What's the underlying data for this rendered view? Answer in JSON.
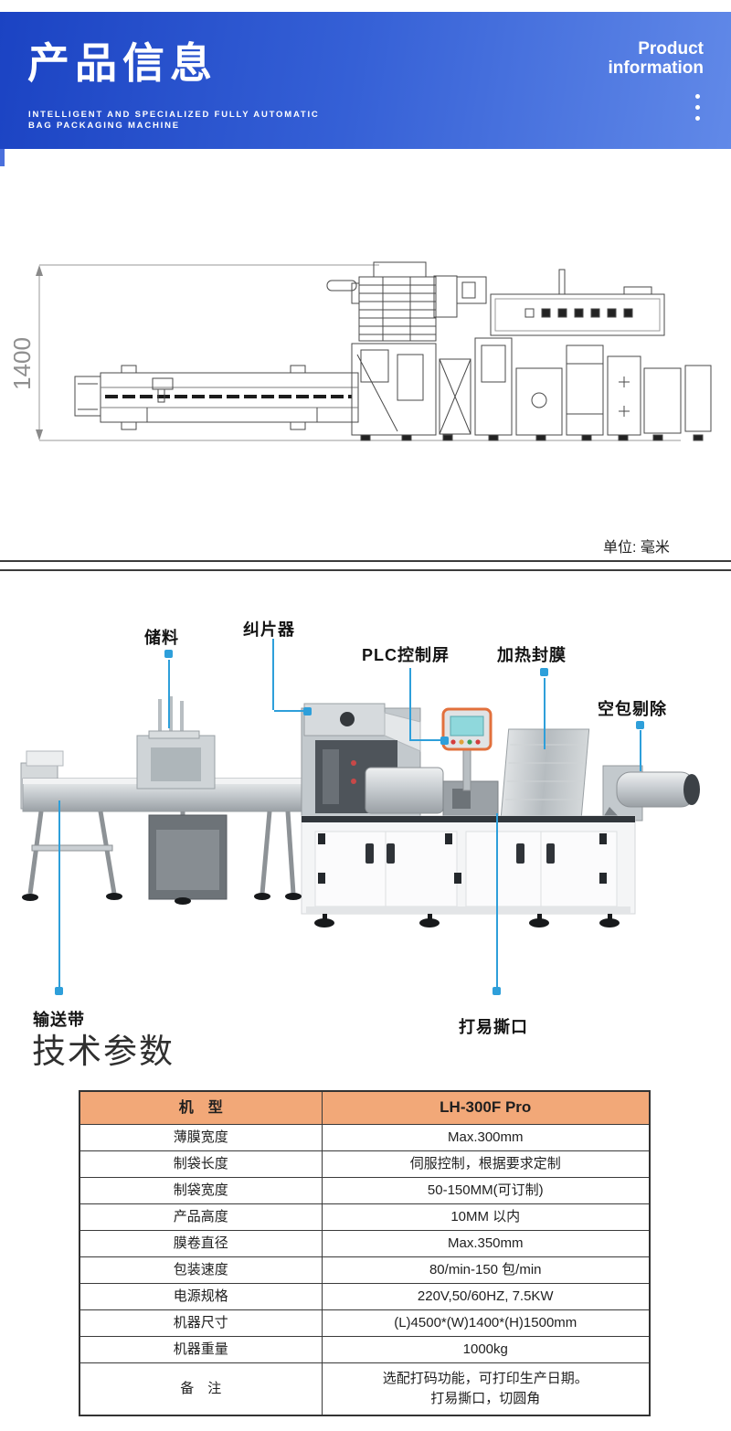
{
  "header": {
    "title": "产品信息",
    "subtitle": "INTELLIGENT AND SPECIALIZED FULLY AUTOMATIC\nBAG PACKAGING MACHINE",
    "right_text": "Product\ninformation",
    "gradient_left": "#1b43c3",
    "gradient_right": "#6189e8"
  },
  "drawing": {
    "dimension_label": "1400",
    "unit_label": "单位: 毫米"
  },
  "photo": {
    "accent_color": "#2E9FDA",
    "callouts": [
      {
        "label": "储料"
      },
      {
        "label": "纠片器"
      },
      {
        "label": "PLC控制屏"
      },
      {
        "label": "加热封膜"
      },
      {
        "label": "空包剔除"
      },
      {
        "label": "输送带"
      },
      {
        "label": "打易撕口"
      }
    ]
  },
  "specs": {
    "heading": "技术参数",
    "header_bg": "#F2A878",
    "header_row": {
      "label": "机　型",
      "value": "LH-300F Pro"
    },
    "rows": [
      {
        "label": "薄膜宽度",
        "value": "Max.300mm"
      },
      {
        "label": "制袋长度",
        "value": "伺服控制，根据要求定制"
      },
      {
        "label": "制袋宽度",
        "value": "50-150MM(可订制)"
      },
      {
        "label": "产品高度",
        "value": "10MM 以内"
      },
      {
        "label": "膜卷直径",
        "value": "Max.350mm"
      },
      {
        "label": "包装速度",
        "value": "80/min-150 包/min"
      },
      {
        "label": "电源规格",
        "value": "220V,50/60HZ, 7.5KW"
      },
      {
        "label": "机器尺寸",
        "value": "(L)4500*(W)1400*(H)1500mm"
      },
      {
        "label": "机器重量",
        "value": "1000kg"
      },
      {
        "label": "备　注",
        "value": "选配打码功能，可打印生产日期。\n打易撕口，切圆角"
      }
    ]
  }
}
